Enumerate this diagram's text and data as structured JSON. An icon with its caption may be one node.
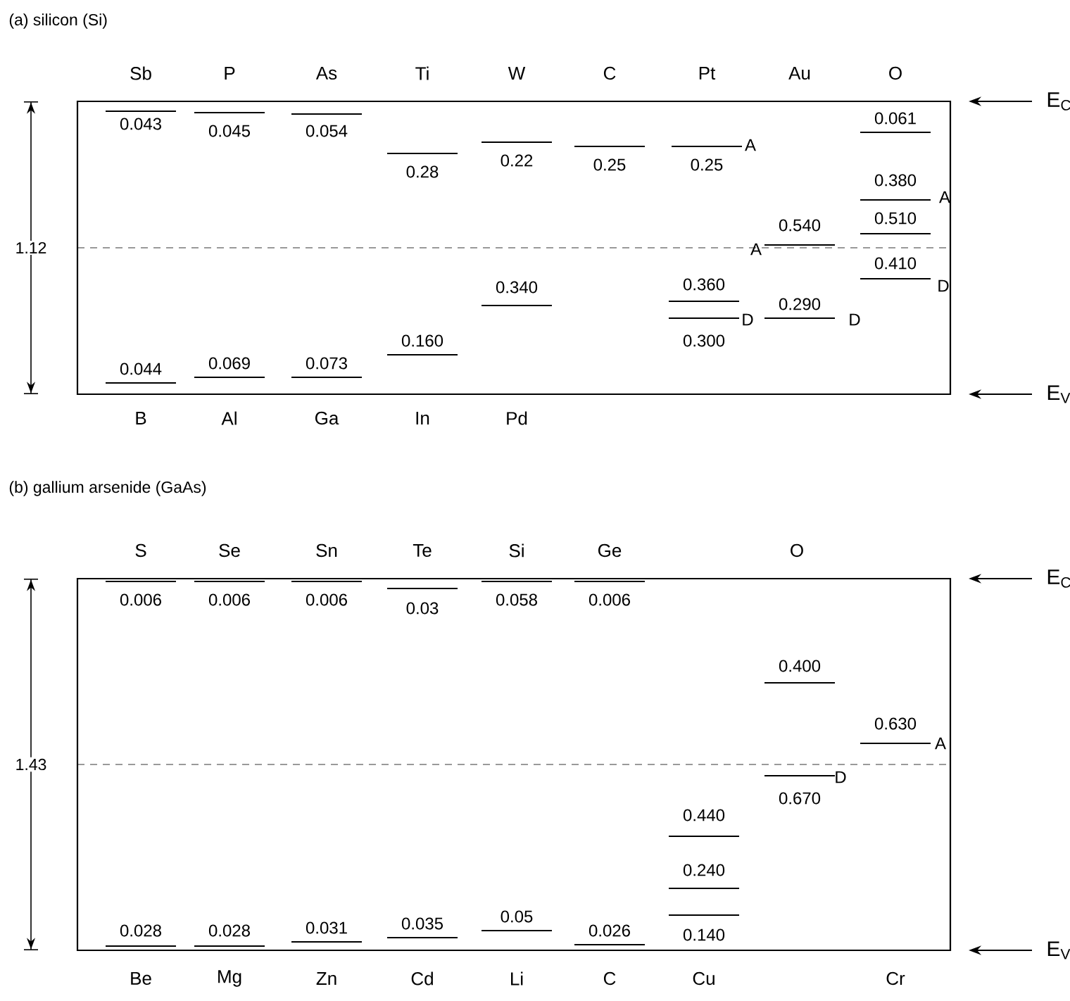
{
  "diagram": {
    "labels": [
      "(a) silicon (Si)",
      "Sb",
      "P",
      "As",
      "Ti",
      "W",
      "C",
      "Pt",
      "Au",
      "O",
      "E$_{C}$",
      "0.043",
      "0.045",
      "0.054",
      "0.061",
      "0.28",
      "0.22",
      "0.25",
      "0.25",
      "A",
      "0.380",
      "A",
      "0.540",
      "0.510",
      "1.12",
      "A",
      "0.410",
      "0.340",
      "0.360",
      "D",
      "0.290",
      "D",
      "D",
      "0.160",
      "0.300",
      "0.044",
      "0.069",
      "0.073",
      "E$_{V}$",
      "B",
      "Al",
      "Ga",
      "In",
      "Pd",
      "(b) gallium arsenide (GaAs)",
      "S",
      "Se",
      "Sn",
      "Te",
      "Si",
      "Ge",
      "O",
      "E$_{C}$",
      "0.006",
      "0.006",
      "0.006",
      "0.03",
      "0.058",
      "0.006",
      "0.400",
      "0.630",
      "A",
      "1.43",
      "D",
      "0.670",
      "0.440",
      "0.240",
      "0.028",
      "0.028",
      "0.031",
      "0.035",
      "0.05",
      "0.026",
      "0.140",
      "E$_{V}$",
      "Be",
      "Mg",
      "Zn",
      "Cd",
      "Li",
      "C",
      "Cu",
      "Cr"
    ]
  }
}
